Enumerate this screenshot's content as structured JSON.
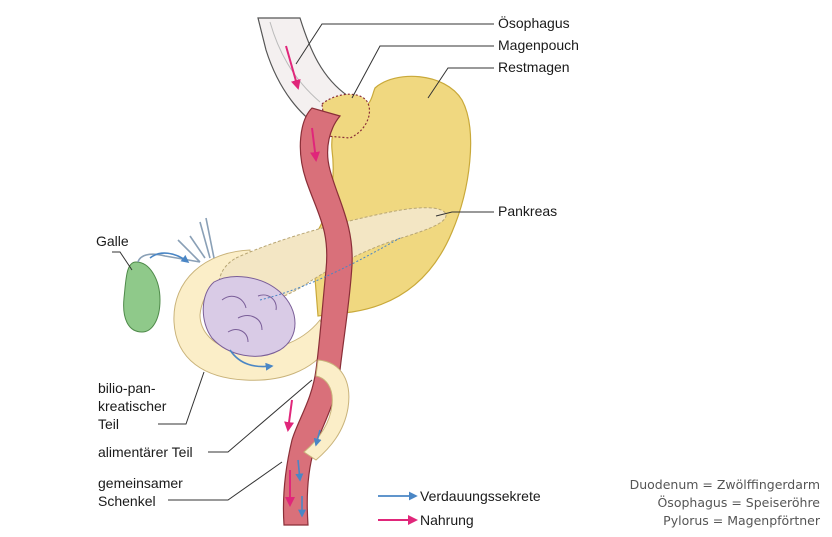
{
  "labels": {
    "oesophagus": "Ösophagus",
    "magenpouch": "Magenpouch",
    "restmagen": "Restmagen",
    "pankreas": "Pankreas",
    "galle": "Galle",
    "bilio_1": "bilio-pan-",
    "bilio_2": "kreatischer",
    "bilio_3": "Teil",
    "alimentaer": "alimentärer Teil",
    "gemeinsam_1": "gemeinsamer",
    "gemeinsam_2": "Schenkel"
  },
  "legend": {
    "secretions": "Verdauungssekrete",
    "food": "Nahrung"
  },
  "glossary": [
    "Duodenum = Zwölffingerdarm",
    "Ösophagus = Speiseröhre",
    "Pylorus = Magenpförtner"
  ],
  "colors": {
    "stomach": "#f0d880",
    "stomach_edge": "#c9a93a",
    "limb": "#d9707a",
    "limb_edge": "#8a2f38",
    "pancreas": "#f3e6c4",
    "duodenum": "#fbeec8",
    "gallbladder": "#8fc98a",
    "liver_lobe": "#d9cbe6",
    "esophagus": "#f4f0f0",
    "secretion_arrow": "#4a86c5",
    "food_arrow": "#e0267a"
  }
}
